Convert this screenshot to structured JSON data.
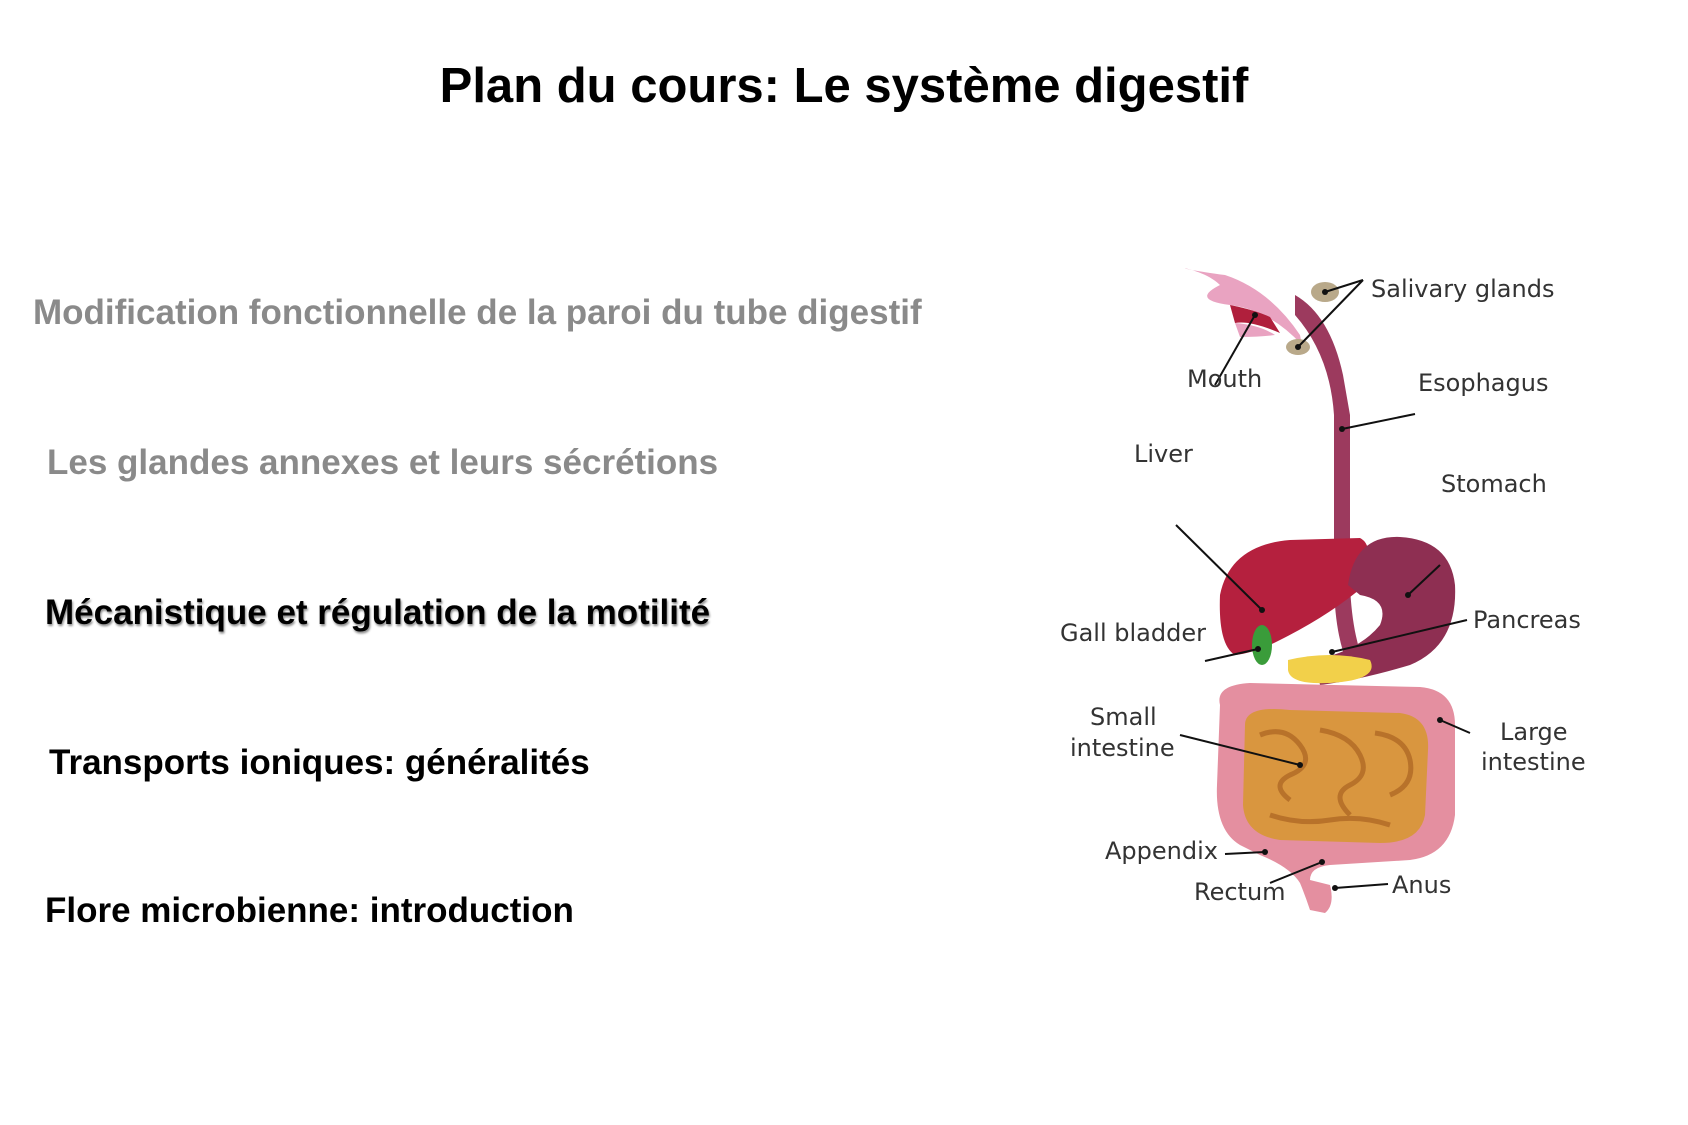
{
  "slide": {
    "title": "Plan du cours: Le système digestif",
    "items": [
      {
        "text": "Modification fonctionnelle de la paroi du tube digestif",
        "state": "done"
      },
      {
        "text": "Les glandes annexes et leurs sécrétions",
        "state": "done"
      },
      {
        "text": "Mécanistique et régulation de la motilité",
        "state": "current"
      },
      {
        "text": "Transports ioniques: généralités",
        "state": "todo"
      },
      {
        "text": "Flore microbienne: introduction",
        "state": "todo"
      }
    ],
    "colors": {
      "done": "#8a8a8a",
      "current": "#000000",
      "todo": "#000000"
    }
  },
  "diagram": {
    "labels": {
      "salivary_glands": "Salivary glands",
      "mouth": "Mouth",
      "esophagus": "Esophagus",
      "liver": "Liver",
      "stomach": "Stomach",
      "gall_bladder": "Gall bladder",
      "pancreas": "Pancreas",
      "small_intestine_1": "Small",
      "small_intestine_2": "intestine",
      "large_intestine_1": "Large",
      "large_intestine_2": "intestine",
      "appendix": "Appendix",
      "rectum": "Rectum",
      "anus": "Anus"
    }
  }
}
